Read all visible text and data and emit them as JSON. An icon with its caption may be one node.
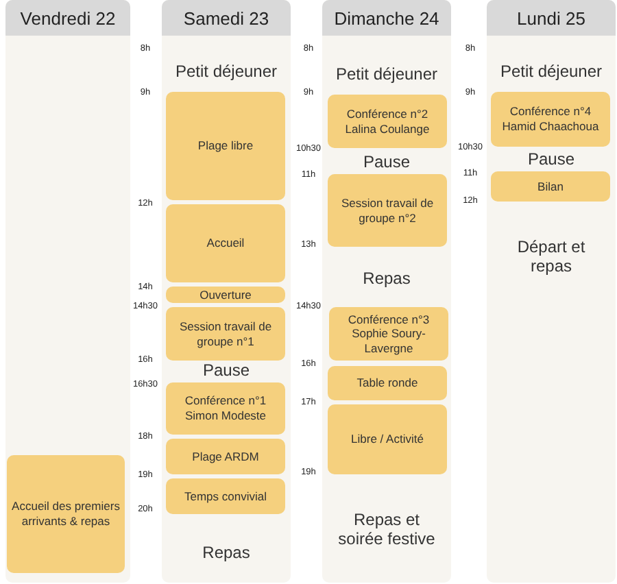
{
  "diagram": {
    "nodes": [
      {
        "text": [
          "Vendredi 22"
        ]
      },
      {
        "text": [
          "Accueil des premiers arrivants & repas"
        ],
        "in": 0
      },
      {
        "text": [
          "Samedi 23"
        ]
      },
      {
        "text": [
          "Plage libre"
        ],
        "in": 2
      },
      {
        "text": [
          "Accueil"
        ],
        "in": 2
      },
      {
        "text": [
          "Ouverture"
        ],
        "in": 2
      },
      {
        "text": [
          "Session travail de groupe n°1"
        ],
        "in": 2
      },
      {
        "text": [
          "Conférence n°1 Simon Modeste"
        ],
        "in": 2
      },
      {
        "text": [
          "Plage ARDM"
        ],
        "in": 2
      },
      {
        "text": [
          "Temps convivial"
        ],
        "in": 2
      },
      {
        "text": [
          "Dimanche 24"
        ]
      },
      {
        "text": [
          "Conférence n°2 Lalina Coulange"
        ],
        "in": 10
      },
      {
        "text": [
          "Session travail de groupe n°2"
        ],
        "in": 10
      },
      {
        "text": [
          "Conférence n°3 Sophie Soury-Lavergne"
        ],
        "in": 10
      },
      {
        "text": [
          "Table ronde"
        ],
        "in": 10
      },
      {
        "text": [
          "Libre / Activité"
        ],
        "in": 10
      },
      {
        "text": [
          "Lundi 25"
        ]
      },
      {
        "text": [
          "Conférence n°4 Hamid Chaachoua"
        ],
        "in": 16
      },
      {
        "text": [
          "Bilan"
        ],
        "in": 16
      }
    ],
    "labels": [
      "8h",
      "9h",
      "12h",
      "14h",
      "14h30",
      "16h",
      "16h30",
      "18h",
      "19h",
      "20h",
      "Petit déjeuner",
      "Pause",
      "Repas",
      "8h",
      "9h",
      "10h30",
      "11h",
      "13h",
      "14h30",
      "16h",
      "17h",
      "19h",
      "Petit déjeuner",
      "Pause",
      "Repas",
      "Repas et soirée festive",
      "8h",
      "9h",
      "10h30",
      "11h",
      "12h",
      "Petit déjeuner",
      "Pause",
      "Départ et repas"
    ]
  }
}
